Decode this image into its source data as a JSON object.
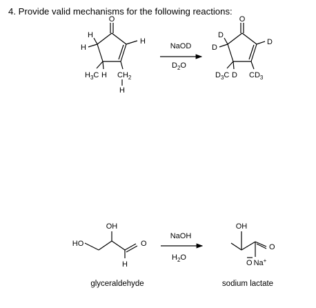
{
  "question": {
    "text": "4. Provide valid mechanisms for the following reactions:"
  },
  "reaction1": {
    "reactant_atoms": {
      "o": "O",
      "h1": "H",
      "h2": "H",
      "h3": "H",
      "ch3": "H",
      "ch3_sub": "3",
      "ch3_c": "C",
      "h_bot": "H",
      "ch2": "CH",
      "ch2_sub": "2",
      "h_under": "H"
    },
    "reagent_top": "NaOD",
    "reagent_bottom_main": "D",
    "reagent_bottom_sub": "2",
    "reagent_bottom_end": "O",
    "product_atoms": {
      "o": "O",
      "d1": "D",
      "d2": "D",
      "d3": "D",
      "cd3_left": "D",
      "cd3_left_sub": "3",
      "cd3_left_c": "C",
      "d_bot": "D",
      "cd3_right": "CD",
      "cd3_right_sub": "3"
    }
  },
  "reaction2": {
    "reactant_atoms": {
      "oh": "OH",
      "ho": "HO",
      "o": "O",
      "h": "H"
    },
    "reagent_top": "NaOH",
    "reagent_bottom_main": "H",
    "reagent_bottom_sub": "2",
    "reagent_bottom_end": "O",
    "product_atoms": {
      "oh": "OH",
      "o": "O",
      "ona": "O",
      "na": "Na",
      "plus": "+"
    },
    "reactant_caption": "glyceraldehyde",
    "product_caption": "sodium lactate"
  }
}
